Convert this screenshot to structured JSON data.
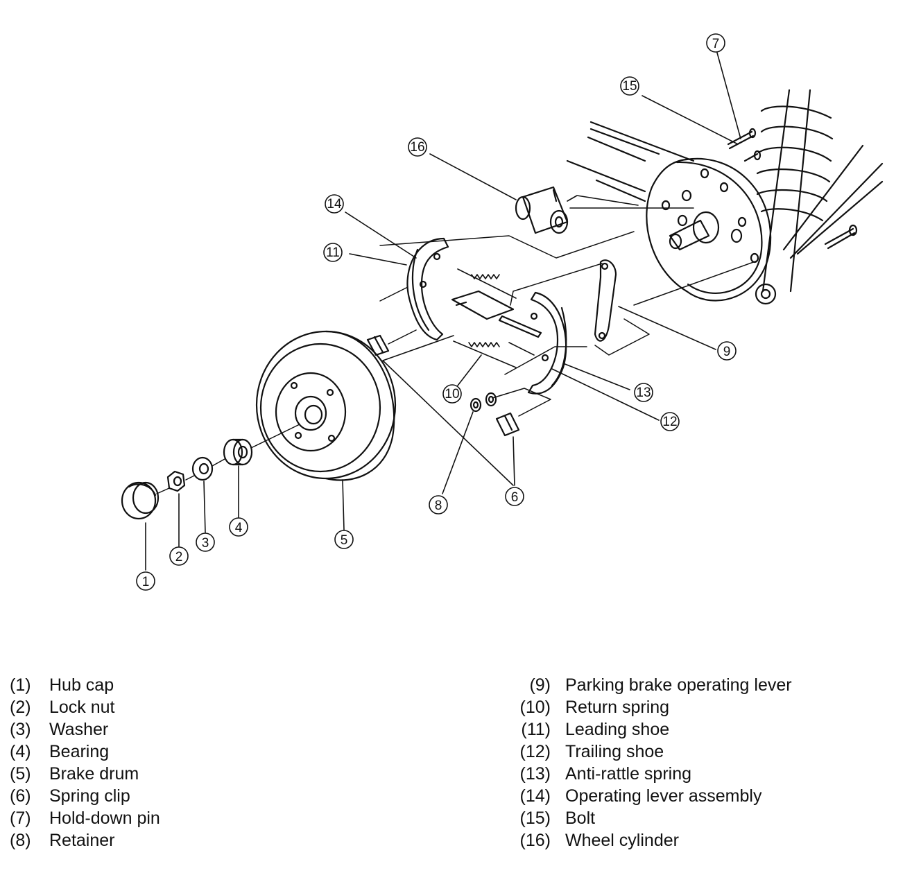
{
  "callouts": [
    "1",
    "2",
    "3",
    "4",
    "5",
    "6",
    "7",
    "8",
    "9",
    "10",
    "11",
    "12",
    "13",
    "14",
    "15",
    "16"
  ],
  "legend_left": [
    {
      "num": "(1)",
      "label": "Hub cap"
    },
    {
      "num": "(2)",
      "label": "Lock nut"
    },
    {
      "num": "(3)",
      "label": "Washer"
    },
    {
      "num": "(4)",
      "label": "Bearing"
    },
    {
      "num": "(5)",
      "label": "Brake drum"
    },
    {
      "num": "(6)",
      "label": "Spring clip"
    },
    {
      "num": "(7)",
      "label": "Hold-down pin"
    },
    {
      "num": "(8)",
      "label": "Retainer"
    }
  ],
  "legend_right": [
    {
      "num": "(9)",
      "label": "Parking brake operating lever"
    },
    {
      "num": "(10)",
      "label": "Return spring"
    },
    {
      "num": "(11)",
      "label": "Leading shoe"
    },
    {
      "num": "(12)",
      "label": "Trailing shoe"
    },
    {
      "num": "(13)",
      "label": "Anti-rattle spring"
    },
    {
      "num": "(14)",
      "label": "Operating lever assembly"
    },
    {
      "num": "(15)",
      "label": "Bolt"
    },
    {
      "num": "(16)",
      "label": "Wheel cylinder"
    }
  ]
}
